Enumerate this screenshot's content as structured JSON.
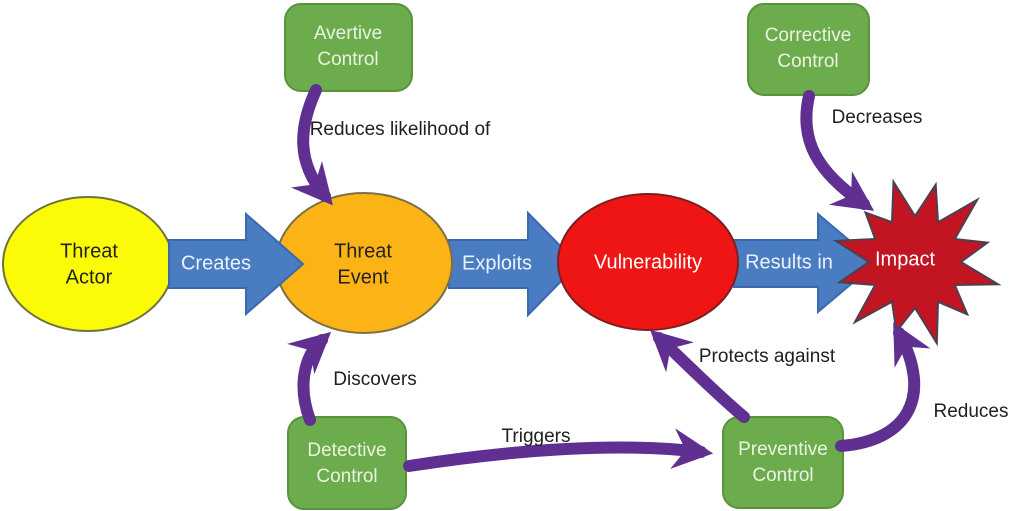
{
  "colors": {
    "background": "#FFFFFF",
    "yellow_fill": "#FBFB07",
    "yellow_stroke": "#72713F",
    "orange_fill": "#FCB316",
    "orange_stroke": "#7C7045",
    "red_fill": "#EF1515",
    "red_stroke": "#7E1F1F",
    "impact_fill": "#C31422",
    "impact_stroke": "#4A4152",
    "blue_fill": "#4A7CC1",
    "blue_stroke": "#3A69AE",
    "green_fill": "#6DAC4D",
    "green_stroke": "#59933C",
    "purple": "#5F2F91",
    "node_text_dark": "#222222",
    "node_text_light": "#FFFFFF",
    "green_text": "#EAF3E1",
    "blue_text": "#EAF2FC",
    "label_text": "#1F1F1F"
  },
  "nodes": {
    "threat_actor": {
      "line1": "Threat",
      "line2": "Actor"
    },
    "threat_event": {
      "line1": "Threat",
      "line2": "Event"
    },
    "vulnerability": {
      "label": "Vulnerability"
    },
    "impact": {
      "label": "Impact"
    },
    "avertive_control": {
      "line1": "Avertive",
      "line2": "Control"
    },
    "corrective_control": {
      "line1": "Corrective",
      "line2": "Control"
    },
    "detective_control": {
      "line1": "Detective",
      "line2": "Control"
    },
    "preventive_control": {
      "line1": "Preventive",
      "line2": "Control"
    }
  },
  "flow_arrows": {
    "creates": {
      "label": "Creates"
    },
    "exploits": {
      "label": "Exploits"
    },
    "results_in": {
      "label": "Results in"
    }
  },
  "edge_labels": {
    "reduces_likelihood": "Reduces likelihood of",
    "decreases": "Decreases",
    "discovers": "Discovers",
    "triggers": "Triggers",
    "protects_against": "Protects against",
    "reduces": "Reduces"
  }
}
